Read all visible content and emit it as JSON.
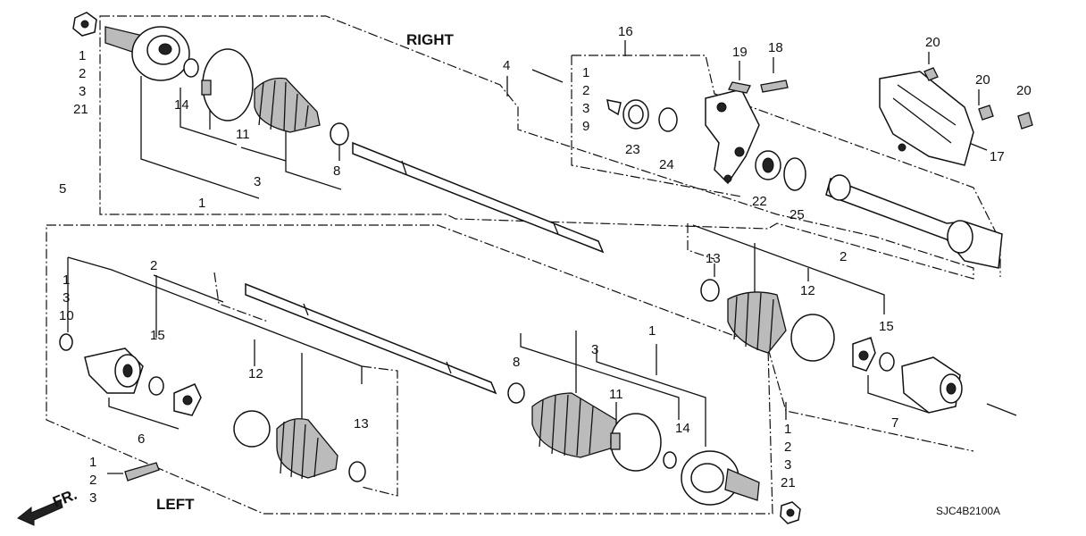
{
  "labels": {
    "right": "RIGHT",
    "left": "LEFT",
    "front": "FR.",
    "code": "SJC4B2100A"
  },
  "callouts": {
    "c_nut_top": [
      "1",
      "2",
      "3",
      "21"
    ],
    "c14a": "14",
    "c11a": "11",
    "c8a": "8",
    "c1a": "1",
    "c3a": "3",
    "c4": "4",
    "c16": "16",
    "c_bear": [
      "1",
      "2",
      "3",
      "9"
    ],
    "c23": "23",
    "c24": "24",
    "c19": "19",
    "c18": "18",
    "c22": "22",
    "c25": "25",
    "c20a": "20",
    "c20b": "20",
    "c20c": "20",
    "c17": "17",
    "c5": "5",
    "c_ring": [
      "1",
      "3",
      "10"
    ],
    "c2a": "2",
    "c15a": "15",
    "c6": "6",
    "c12a": "12",
    "c13a": "13",
    "c_pin": [
      "1",
      "2",
      "3"
    ],
    "c13b": "13",
    "c2b": "2",
    "c12b": "12",
    "c15b": "15",
    "c7": "7",
    "c1b": "1",
    "c3b": "3",
    "c8b": "8",
    "c11b": "11",
    "c14b": "14",
    "c_nut_bot": [
      "1",
      "2",
      "3",
      "21"
    ]
  }
}
